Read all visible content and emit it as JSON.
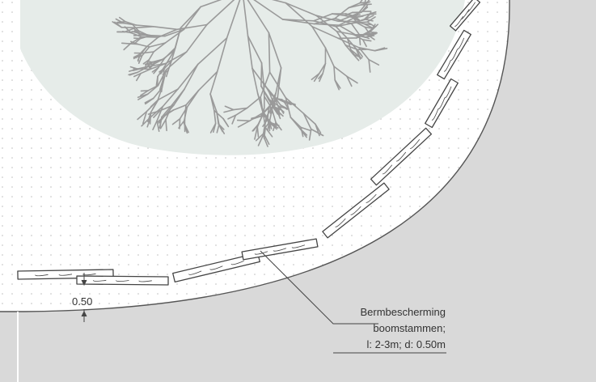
{
  "annotation": {
    "lines": [
      "Bermbescherming",
      "boomstammen;",
      "l: 2-3m; d: 0.50m"
    ]
  },
  "dimension": {
    "value_label": "0.50"
  },
  "colors": {
    "road": "#d9d9d9",
    "canopy": "#e6ece9",
    "branches": "#9a9a9a",
    "dots": "#b8b8b8",
    "logs": "#444444",
    "edge": "#555555",
    "text": "#333333"
  }
}
